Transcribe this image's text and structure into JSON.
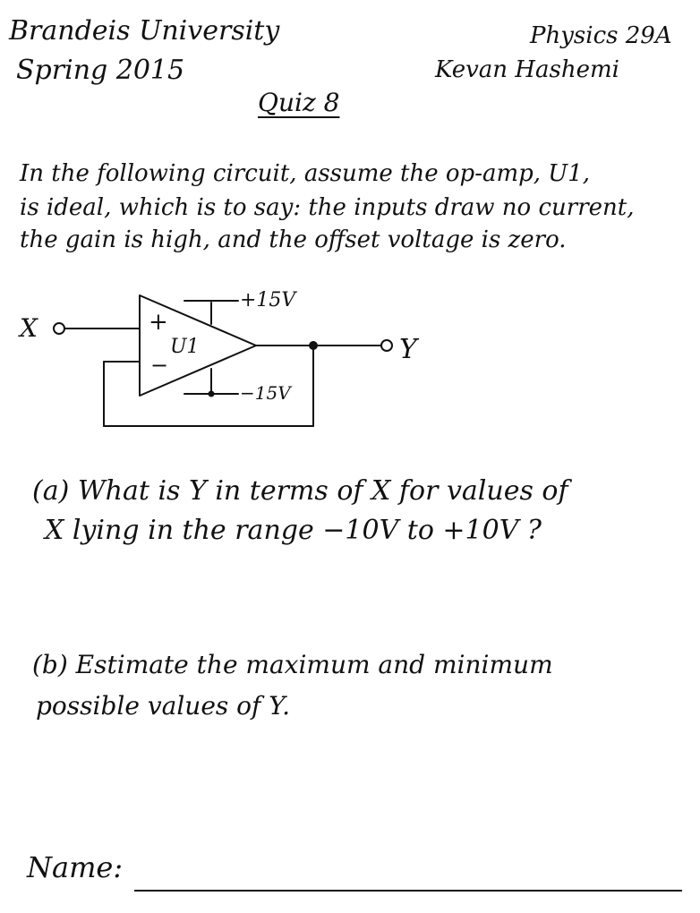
{
  "header": {
    "left_line1": "Brandeis University",
    "left_line2": "Spring 2015",
    "right_line1": "Physics 29A",
    "right_line2": "Kevan Hashemi"
  },
  "title": "Quiz 8",
  "intro": {
    "line1": "In the following circuit, assume the op-amp, U1,",
    "line2": "is ideal, which is to say: the inputs draw no current,",
    "line3": "the gain is high, and the offset voltage is zero."
  },
  "circuit": {
    "input_label": "X",
    "output_label": "Y",
    "opamp_label": "U1",
    "plus_sign": "+",
    "minus_sign": "−",
    "positive_supply": "+15V",
    "negative_supply": "−15V"
  },
  "question_a": {
    "line1": "(a) What is Y in terms of X for values of",
    "line2": "X lying in the range −10V to +10V ?"
  },
  "question_b": {
    "line1": "(b) Estimate the maximum and minimum",
    "line2": "possible values of Y."
  },
  "name_label": "Name:"
}
